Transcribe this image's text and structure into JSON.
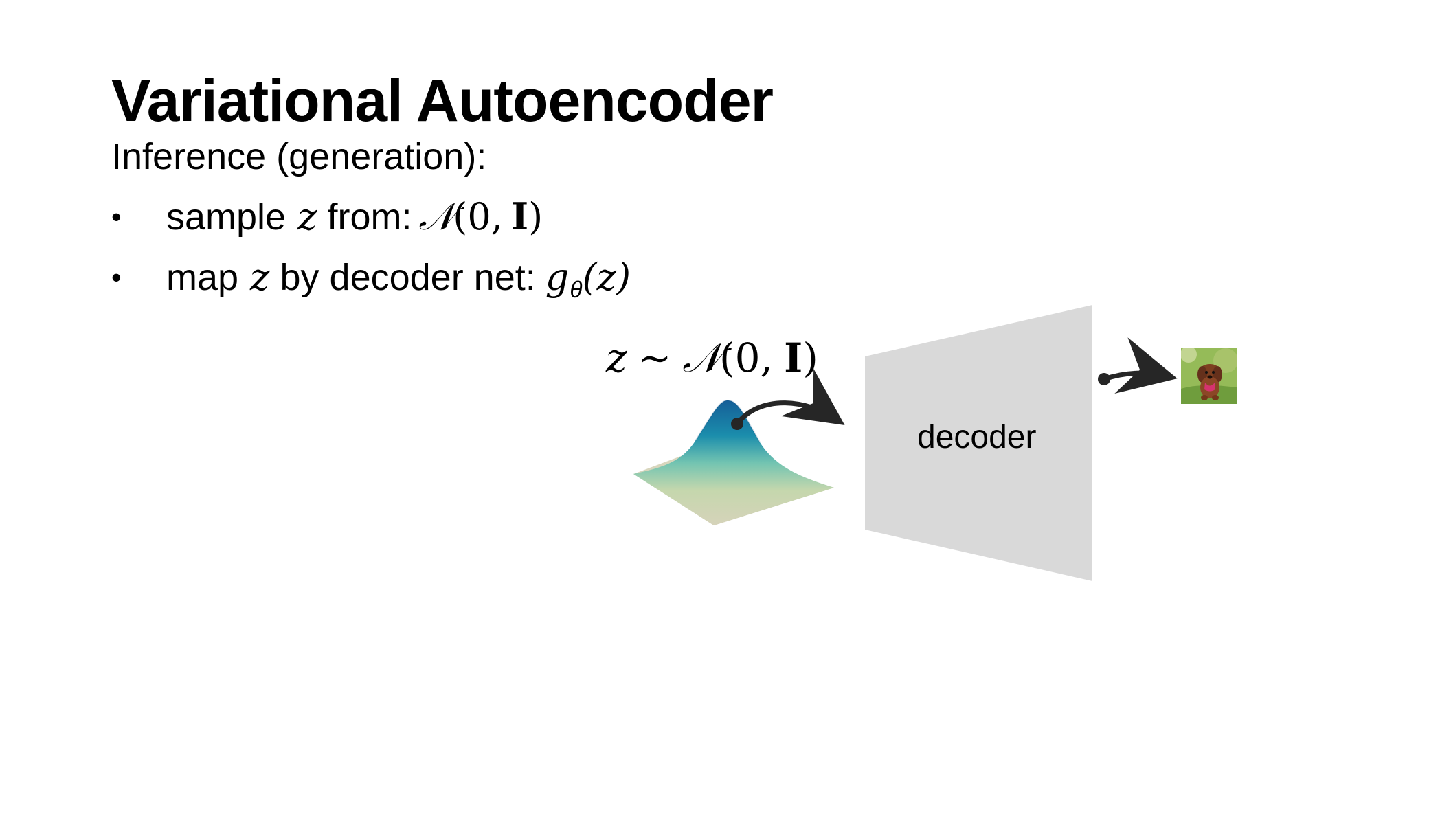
{
  "slide": {
    "title": "Variational Autoencoder",
    "subtitle": "Inference (generation):",
    "bullets": [
      {
        "marker": "•",
        "text_before": "sample",
        "variable": "z",
        "text_after": "from:",
        "formula_script": "𝒩",
        "formula_open": "(0,",
        "formula_bold": "I",
        "formula_close": ")"
      },
      {
        "marker": "•",
        "text_before": "map",
        "variable": "z",
        "text_after": "by decoder net:",
        "function": "g",
        "subscript": "θ",
        "argument": "(z)"
      }
    ]
  },
  "diagram": {
    "sample_label": {
      "lhs": "z",
      "relation": "∼",
      "formula_script": "𝒩",
      "formula_open": "(0,",
      "formula_bold": "I",
      "formula_close": ")"
    },
    "decoder_label": "decoder",
    "colors": {
      "decoder_fill": "#d9d9d9",
      "arrow": "#262626",
      "gaussian_top": "#17679e",
      "gaussian_mid": "#6fc1ae",
      "gaussian_base": "#d7d5bb"
    },
    "icon_names": {
      "distribution": "gaussian-distribution-icon",
      "output": "generated-dog-image"
    }
  }
}
